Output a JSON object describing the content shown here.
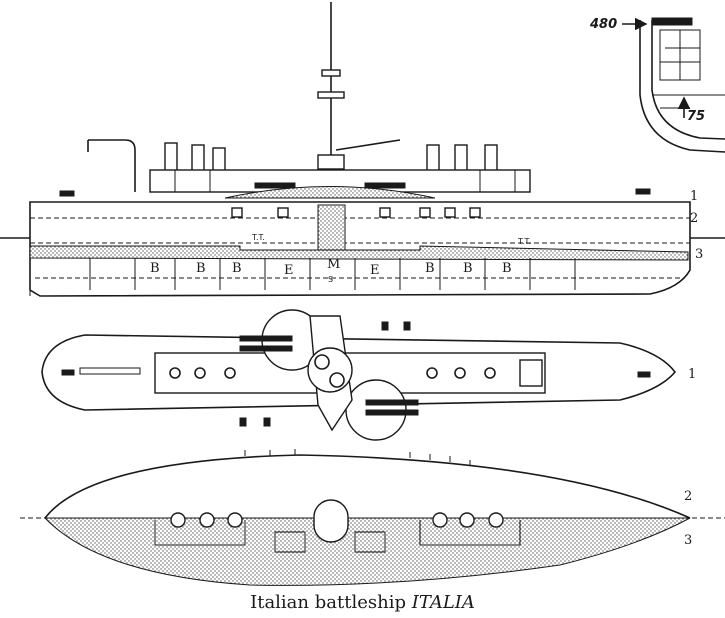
{
  "caption": {
    "prefix": "Italian battleship",
    "ship_name": "ITALIA"
  },
  "section_view": {
    "dimension_top": "480",
    "dimension_side": "75"
  },
  "profile_view": {
    "level_labels": [
      "1",
      "2",
      "3"
    ],
    "compartment_labels": [
      "B",
      "B",
      "B",
      "E",
      "M",
      "E",
      "B",
      "B",
      "B"
    ],
    "small_marks": [
      "T.T.",
      "T.T.",
      "S"
    ]
  },
  "plan_view": {
    "level_label": "1"
  },
  "deck_view": {
    "level_labels": [
      "2",
      "3"
    ]
  }
}
